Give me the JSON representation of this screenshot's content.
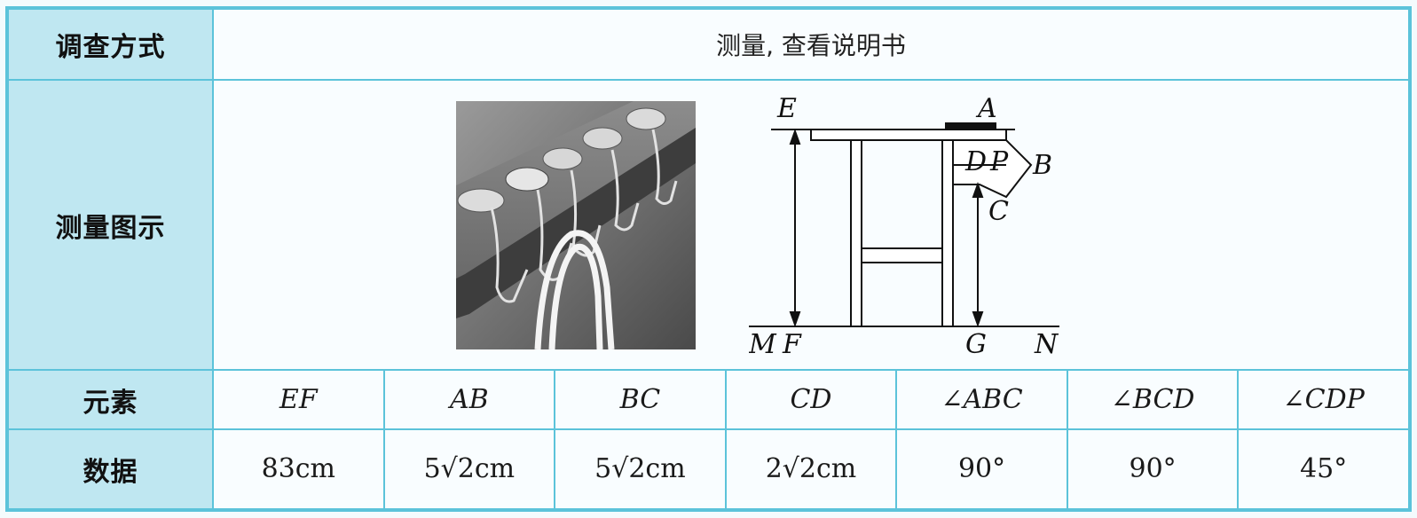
{
  "rows": {
    "method": {
      "label": "调查方式",
      "value": "测量, 查看说明书"
    },
    "figure": {
      "label": "测量图示"
    },
    "elements": {
      "label": "元素",
      "items": [
        "EF",
        "AB",
        "BC",
        "CD",
        "∠ABC",
        "∠BCD",
        "∠CDP"
      ]
    },
    "data": {
      "label": "数据",
      "values": [
        "83cm",
        "5√2cm",
        "5√2cm",
        "2√2cm",
        "90°",
        "90°",
        "45°"
      ]
    }
  },
  "diagram": {
    "labels": {
      "E": "E",
      "A": "A",
      "D": "D",
      "P": "P",
      "B": "B",
      "C": "C",
      "M": "M",
      "F": "F",
      "G": "G",
      "N": "N"
    }
  },
  "colors": {
    "border": "#5cc3da",
    "header_fill": "#bfe7f1"
  }
}
